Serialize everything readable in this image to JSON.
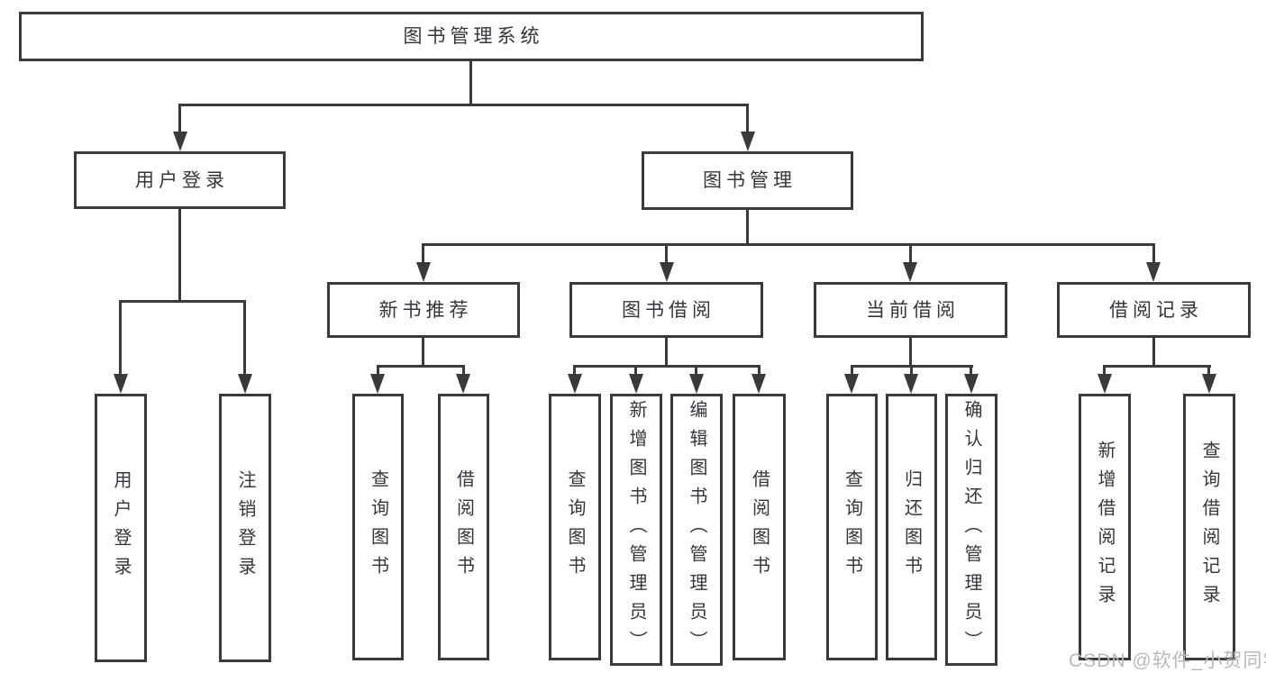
{
  "diagram": {
    "type": "hierarchy-tree",
    "colors": {
      "line": "#3a3a3a",
      "text": "#33363c",
      "background": "#ffffff",
      "watermark": "#b9b9b9"
    },
    "watermark": {
      "text": "CSDN @软件_小贺同学"
    },
    "tree": {
      "root": {
        "label": "图书管理系统",
        "children": [
          {
            "label": "用户登录",
            "children": [
              {
                "label": "用户登录"
              },
              {
                "label": "注销登录"
              }
            ]
          },
          {
            "label": "图书管理",
            "children": [
              {
                "label": "新书推荐",
                "children": [
                  {
                    "label": "查询图书"
                  },
                  {
                    "label": "借阅图书"
                  }
                ]
              },
              {
                "label": "图书借阅",
                "children": [
                  {
                    "label": "查询图书"
                  },
                  {
                    "label": "新增图书（管理员）"
                  },
                  {
                    "label": "编辑图书（管理员）"
                  },
                  {
                    "label": "借阅图书"
                  }
                ]
              },
              {
                "label": "当前借阅",
                "children": [
                  {
                    "label": "查询图书"
                  },
                  {
                    "label": "归还图书"
                  },
                  {
                    "label": "确认归还（管理员）"
                  }
                ]
              },
              {
                "label": "借阅记录",
                "children": [
                  {
                    "label": "新增借阅记录"
                  },
                  {
                    "label": "查询借阅记录"
                  }
                ]
              }
            ]
          }
        ]
      }
    }
  }
}
